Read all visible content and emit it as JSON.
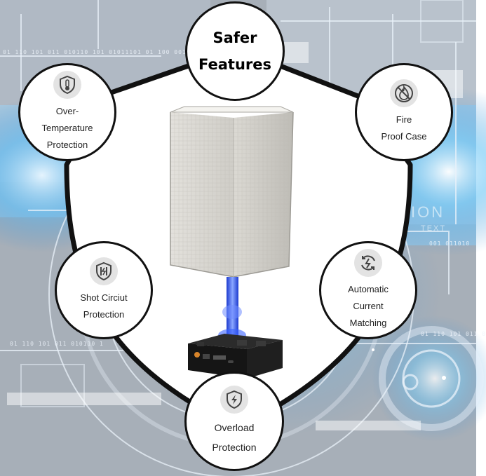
{
  "title": {
    "line1": "Safer",
    "line2": "Features"
  },
  "features": [
    {
      "lines": [
        "Over-",
        "Temperature",
        "Protection"
      ],
      "icon": "thermometer-shield-icon"
    },
    {
      "lines": [
        "Fire",
        "Proof Case"
      ],
      "icon": "no-fire-icon"
    },
    {
      "lines": [
        "Shot Circiut",
        "Protection"
      ],
      "icon": "short-circuit-shield-icon"
    },
    {
      "lines": [
        "Automatic",
        "Current",
        "Matching"
      ],
      "icon": "auto-current-icon"
    },
    {
      "lines": [
        "Overload",
        "Protection"
      ],
      "icon": "lightning-shield-icon"
    }
  ],
  "background": {
    "binary_top": "01 110 101 011 010110 101 01011101 01 100 001 011010",
    "binary_bottom": "01 110 101 011 010110 1",
    "binary_right_1": "001 011010",
    "binary_right_2": "01 110 101 011 0",
    "watermark_1": "ION",
    "watermark_2": "TEXT"
  },
  "colors": {
    "outline": "#111111",
    "shield_fill": "#ffffff",
    "led": "#2a5cff",
    "base": "#1a1a1a"
  }
}
